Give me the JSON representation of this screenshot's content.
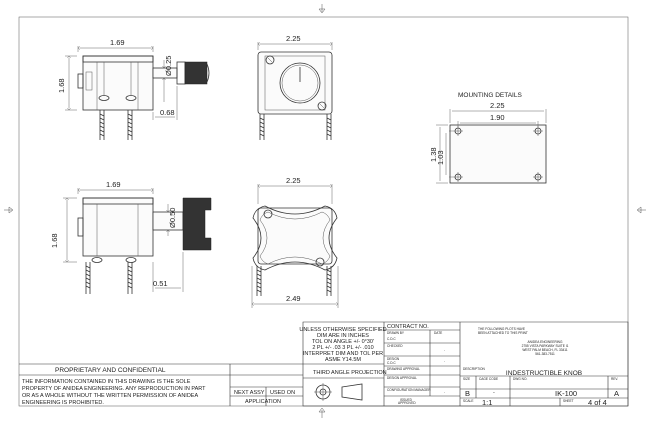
{
  "views": {
    "side_top": {
      "width": "1.69",
      "height": "1.68",
      "dia": "Ø0.25",
      "offset": "0.68"
    },
    "front_top": {
      "width": "2.25"
    },
    "side_bottom": {
      "width": "1.69",
      "height": "1.68",
      "dia": "Ø0.50",
      "offset": "0.51"
    },
    "front_bottom": {
      "width_top": "2.25",
      "width_bottom": "2.49"
    }
  },
  "mounting": {
    "title": "MOUNTING DETAILS",
    "outer_w": "2.25",
    "inner_w": "1.90",
    "outer_h": "1.38",
    "inner_h": "1.03"
  },
  "title_block": {
    "proprietary": "PROPRIETARY AND CONFIDENTIAL",
    "notice": [
      "THE INFORMATION CONTAINED IN THIS DRAWING IS THE SOLE",
      "PROPERTY OF ANIDEA ENGINEERING.  ANY REPRODUCTION IN PART",
      "OR AS A WHOLE WITHOUT THE WRITTEN PERMISSION OF ANIDEA",
      "ENGINEERING IS PROHIBITED."
    ],
    "next_assy": "NEXT ASSY",
    "used_on": "USED ON",
    "application": "APPLICATION",
    "tolerance": [
      "UNLESS OTHERWISE SPECIFIED",
      "DIM ARE IN INCHES",
      "TOL ON ANGLE +/- 0°30'",
      "2 PL +/- .03  3 PL +/- .010",
      "INTERPRET DIM AND TOL PER",
      "ASME Y14.5M"
    ],
    "projection": "THIRD ANGLE PROJECTION",
    "contract_no": "CONTRACT NO.",
    "date": "DATE",
    "drawn_by": "DRAWN BY",
    "drawn_by_val": "C.D.C",
    "checked": "CHECKED",
    "design": "DESIGN",
    "design_val": "C.D.C",
    "drawing_approval": "DRAWING APPROVAL",
    "design_approval": "DESIGN APPROVAL",
    "config_manager": "CONFIGURATION MANAGER",
    "issued": "ISSUED",
    "issued_sub": "APPROVED",
    "dash": "-",
    "parts_note": [
      "THE FOLLOWING PLOTS HAVE",
      "BEEN ATTACHED TO THIS PRINT"
    ],
    "company": [
      "ANIDEA ENGINEERING",
      "2755 VISTA PARKWAY SUITE I1",
      "WEST PALM BEACH, FL 33411",
      "561-383-7511"
    ],
    "description_label": "DESCRIPTION",
    "description": "INDESTRUCTIBLE KNOB",
    "size_label": "SIZE",
    "size": "B",
    "cage_label": "CAGE CODE",
    "cage": "-",
    "dwg_label": "DWG NO.",
    "dwg": "IK-100",
    "rev_label": "REV.",
    "rev": "A",
    "scale_label": "SCALE",
    "scale": "1:1",
    "sheet_label": "SHEET",
    "sheet": "4 of 4"
  }
}
